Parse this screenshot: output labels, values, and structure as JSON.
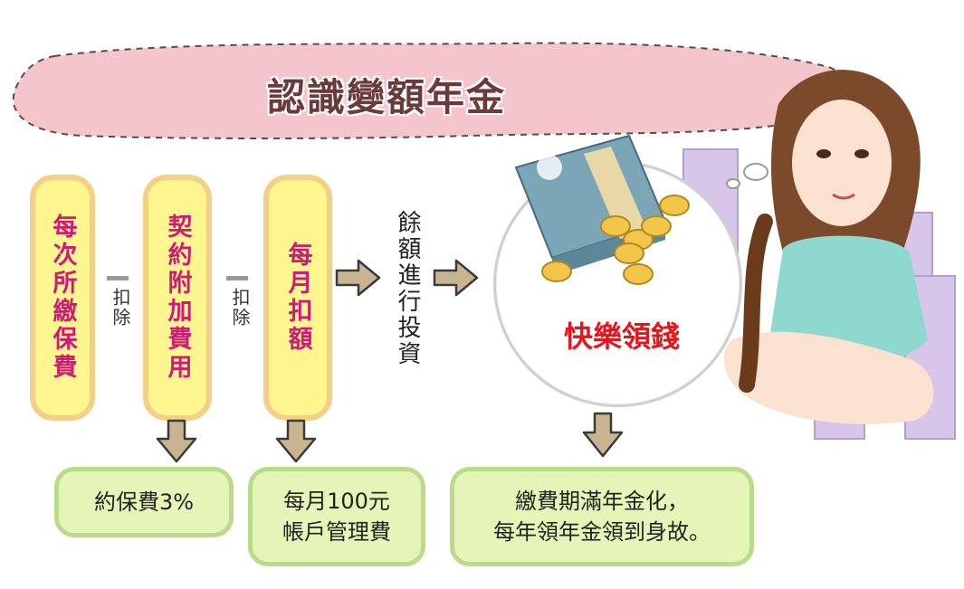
{
  "title": "認識變額年金",
  "pills": [
    {
      "text": "每次所繳保費"
    },
    {
      "text": "契約附加費用"
    },
    {
      "text": "每月扣額"
    }
  ],
  "deduct_labels": [
    "扣除",
    "扣除"
  ],
  "investment_label": "餘額進行投資",
  "bubble_text": "快樂領錢",
  "results": [
    {
      "lines": [
        "約保費3%"
      ]
    },
    {
      "lines": [
        "每月100元",
        "帳戶管理費"
      ]
    },
    {
      "lines": [
        "繳費期滿年金化，",
        "每年領年金領到身故。"
      ]
    }
  ],
  "colors": {
    "pill_fill": "#fff68f",
    "pill_border": "#f6cf86",
    "pill_text": "#d01a7a",
    "green_fill": "#e5f5b7",
    "green_border": "#b9dc8b",
    "banner_fill": "#f4c6cc",
    "arrow_fill": "#c9b492",
    "bubble_text": "#e4161d"
  }
}
